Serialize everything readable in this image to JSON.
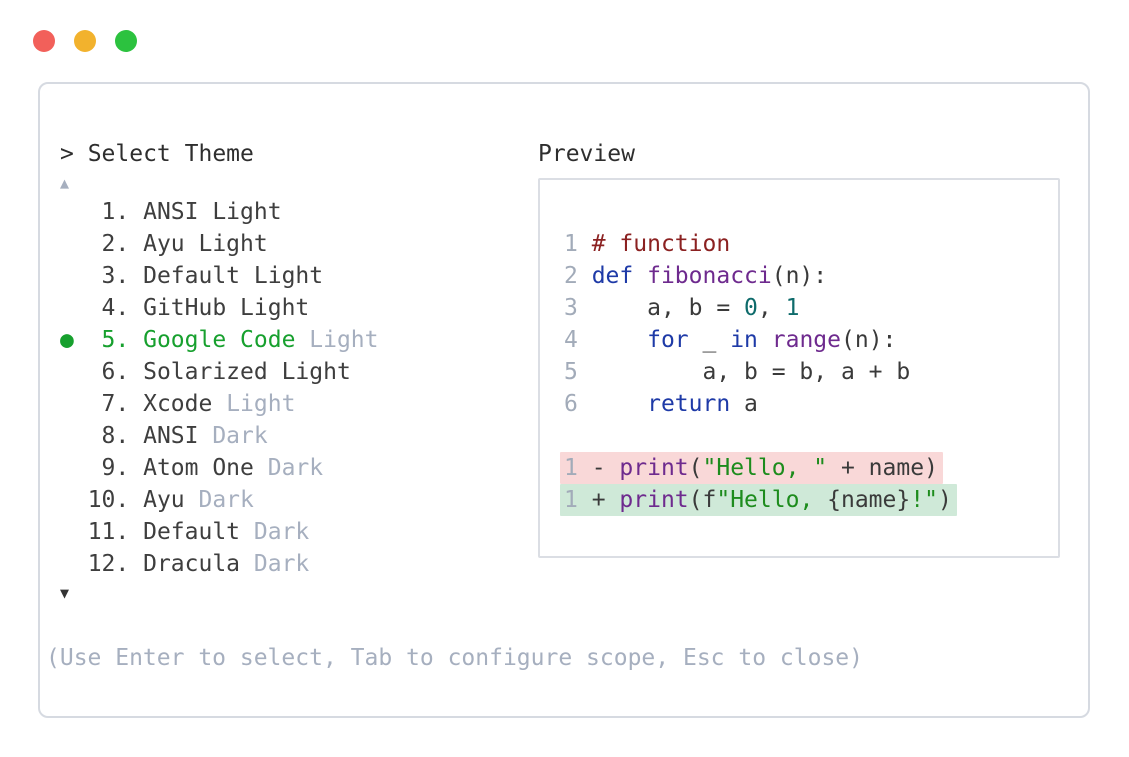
{
  "window": {
    "controls": [
      {
        "name": "close",
        "color": "#f2605a"
      },
      {
        "name": "minimize",
        "color": "#f2b22d"
      },
      {
        "name": "zoom",
        "color": "#2cc23f"
      }
    ]
  },
  "picker": {
    "prompt": "> Select Theme",
    "scroll_up_icon": "▲",
    "scroll_down_icon": "▼",
    "selected_marker": "●",
    "items": [
      {
        "number": "1",
        "name": "ANSI Light",
        "dim": "",
        "selected": false
      },
      {
        "number": "2",
        "name": "Ayu Light",
        "dim": "",
        "selected": false
      },
      {
        "number": "3",
        "name": "Default Light",
        "dim": "",
        "selected": false
      },
      {
        "number": "4",
        "name": "GitHub Light",
        "dim": "",
        "selected": false
      },
      {
        "number": "5",
        "name": "Google Code",
        "dim": "Light",
        "selected": true
      },
      {
        "number": "6",
        "name": "Solarized Light",
        "dim": "",
        "selected": false
      },
      {
        "number": "7",
        "name": "Xcode",
        "dim": "Light",
        "selected": false
      },
      {
        "number": "8",
        "name": "ANSI",
        "dim": "Dark",
        "selected": false
      },
      {
        "number": "9",
        "name": "Atom One",
        "dim": "Dark",
        "selected": false
      },
      {
        "number": "10",
        "name": "Ayu",
        "dim": "Dark",
        "selected": false
      },
      {
        "number": "11",
        "name": "Default",
        "dim": "Dark",
        "selected": false
      },
      {
        "number": "12",
        "name": "Dracula",
        "dim": "Dark",
        "selected": false
      }
    ],
    "hint": "(Use Enter to select, Tab to configure scope, Esc to close)"
  },
  "preview": {
    "title": "Preview",
    "code_lines": [
      {
        "num": "1",
        "tokens": [
          {
            "t": "# function",
            "c": "com"
          }
        ]
      },
      {
        "num": "2",
        "tokens": [
          {
            "t": "def",
            "c": "kwd"
          },
          {
            "t": " ",
            "c": "pln"
          },
          {
            "t": "fibonacci",
            "c": "typ"
          },
          {
            "t": "(n):",
            "c": "pln"
          }
        ]
      },
      {
        "num": "3",
        "tokens": [
          {
            "t": "    a, b = ",
            "c": "pln"
          },
          {
            "t": "0",
            "c": "lit"
          },
          {
            "t": ", ",
            "c": "pln"
          },
          {
            "t": "1",
            "c": "lit"
          }
        ]
      },
      {
        "num": "4",
        "tokens": [
          {
            "t": "    ",
            "c": "pln"
          },
          {
            "t": "for",
            "c": "kwd"
          },
          {
            "t": " _ ",
            "c": "pln"
          },
          {
            "t": "in",
            "c": "kwd"
          },
          {
            "t": " ",
            "c": "pln"
          },
          {
            "t": "range",
            "c": "typ"
          },
          {
            "t": "(n):",
            "c": "pln"
          }
        ]
      },
      {
        "num": "5",
        "tokens": [
          {
            "t": "        a, b = b, a + b",
            "c": "pln"
          }
        ]
      },
      {
        "num": "6",
        "tokens": [
          {
            "t": "    ",
            "c": "pln"
          },
          {
            "t": "return",
            "c": "kwd"
          },
          {
            "t": " a",
            "c": "pln"
          }
        ]
      }
    ],
    "diff_lines": [
      {
        "num": "1",
        "sign": "-",
        "kind": "removed",
        "tokens": [
          {
            "t": "print",
            "c": "typ"
          },
          {
            "t": "(",
            "c": "pln"
          },
          {
            "t": "\"Hello, \"",
            "c": "str"
          },
          {
            "t": " + name)",
            "c": "pln"
          }
        ]
      },
      {
        "num": "1",
        "sign": "+",
        "kind": "added",
        "tokens": [
          {
            "t": "print",
            "c": "typ"
          },
          {
            "t": "(f",
            "c": "pln"
          },
          {
            "t": "\"Hello, ",
            "c": "str"
          },
          {
            "t": "{name}",
            "c": "pln"
          },
          {
            "t": "!\"",
            "c": "str"
          },
          {
            "t": ")",
            "c": "pln"
          }
        ]
      }
    ]
  },
  "colors": {
    "traffic_red": "#f2605a",
    "traffic_yellow": "#f2b22d",
    "traffic_green": "#2cc23f",
    "panel_border": "#d6dae1",
    "box_border": "#dbdee4",
    "text_primary": "#2e2e2e",
    "text_item": "#3e3e3e",
    "text_dim": "#a6afbf",
    "selected_green": "#17a02e",
    "arrow_active": "#333333",
    "line_number": "#a2abb9",
    "tok_plain": "#3a3a3a",
    "tok_keyword": "#1e3aa7",
    "tok_type": "#6e2a8e",
    "tok_comment": "#8b2121",
    "tok_string": "#1d8c1d",
    "tok_literal": "#0e6b6b",
    "diff_removed_bg": "#f9d8d8",
    "diff_added_bg": "#cfe9d8"
  }
}
